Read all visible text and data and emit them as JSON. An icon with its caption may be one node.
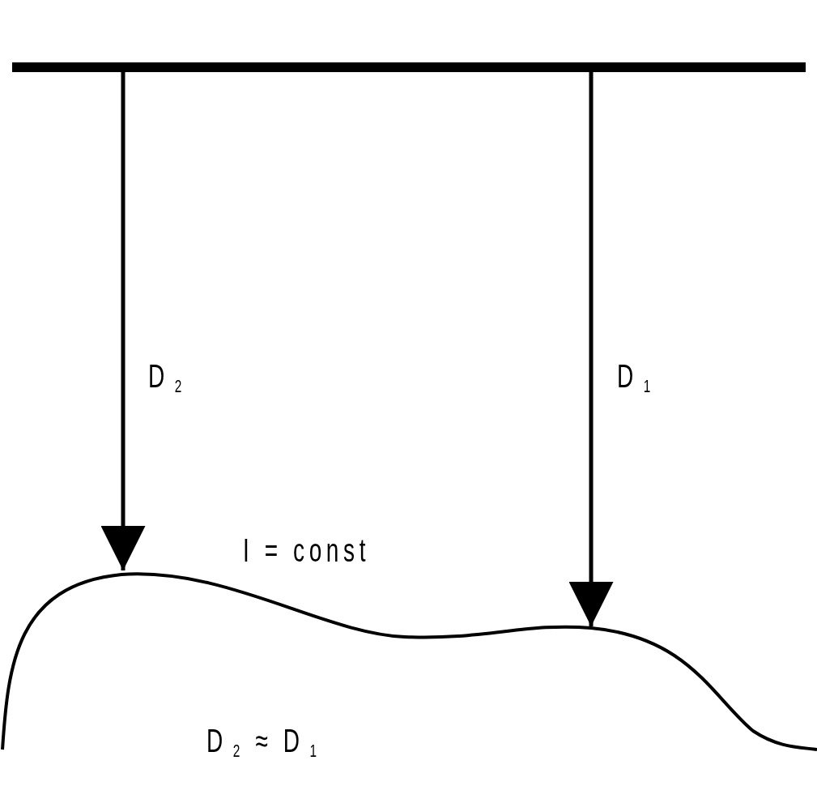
{
  "diagram": {
    "labels": [
      "D$_{2}$",
      "D$_{1}$",
      "I = const",
      "D$_{2}$ ≈ D$_{1}$"
    ]
  }
}
